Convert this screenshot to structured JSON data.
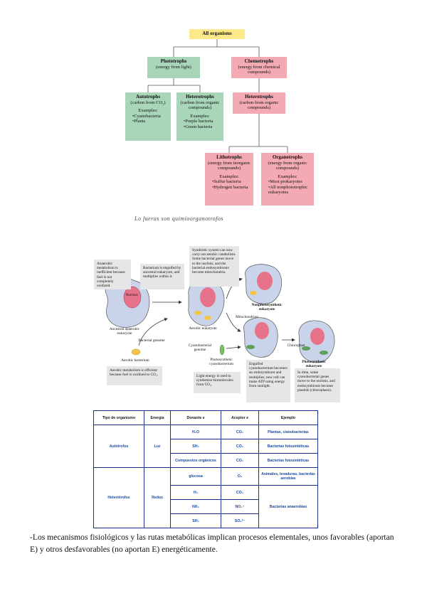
{
  "tree": {
    "root": "All organisms",
    "phototrophs": {
      "title": "Phototrophs",
      "sub": "(energy from light)"
    },
    "chemotrophs": {
      "title": "Chemotrophs",
      "sub": "(energy from chemical compounds)"
    },
    "autotrophs": {
      "title": "Autotrophs",
      "sub": "(carbon from CO₂)",
      "examples_label": "Examples:",
      "examples": [
        "•Cyanobacteria",
        "•Plants"
      ]
    },
    "heterotrophs_photo": {
      "title": "Heterotrophs",
      "sub": "(carbon from organic compounds)",
      "examples_label": "Examples:",
      "examples": [
        "•Purple bacteria",
        "•Green bacteria"
      ]
    },
    "heterotrophs_chemo": {
      "title": "Heterotrophs",
      "sub": "(carbon from organic compounds)"
    },
    "lithotrophs": {
      "title": "Lithotrophs",
      "sub": "(energy from inorganic compounds)",
      "examples_label": "Examples:",
      "examples": [
        "•Sulfur bacteria",
        "•Hydrogen bacteria"
      ]
    },
    "organotrophs": {
      "title": "Organotrophs",
      "sub": "(energy from organic compounds)",
      "examples_label": "Examples:",
      "examples": [
        "•Most prokaryotes",
        "•All nonphototrophic eukaryotes"
      ]
    }
  },
  "handwriting": "Lo fueras son quimioorganotrofos",
  "endosymbiosis": {
    "note_anaerobic": "Anaerobic metabolism is inefficient because fuel is not completely oxidized.",
    "note_engulfed": "Bacterium is engulfed by ancestral eukaryote, and multiplies within it.",
    "note_symbiotic": "Symbiotic system can now carry out aerobic catabolism. Some bacterial genes move to the nucleus, and the bacterial endosymbionts become mitochondria.",
    "label_nucleus": "Nucleus",
    "label_ancestral": "Ancestral anaerobic eukaryote",
    "label_bacterial_genome": "Bacterial genome",
    "label_aerobic_bacterium": "Aerobic bacterium",
    "note_aerobic_metabolism": "Aerobic metabolism is efficient because fuel is oxidized to CO₂.",
    "label_aerobic_eukaryote": "Aerobic eukaryote",
    "label_nonphoto": "Nonphotosynthetic eukaryote",
    "label_mitochondrion": "Mitochondrion",
    "label_cyano_genome": "Cyanobacterial genome",
    "label_photo_cyano": "Photosynthetic cyanobacterium",
    "note_light": "Light energy is used to synthesize biomolecules from CO₂.",
    "note_engulfed_cyano": "Engulfed cyanobacterium becomes an endosymbiont and multiplies; new cell can make ATP using energy from sunlight.",
    "label_chloroplast": "Chloroplast",
    "label_photo_euk": "Photosynthetic eukaryote",
    "note_in_time": "In time, some cyanobacterial genes move to the nucleus, and endosymbionts become plastids (chloroplasts)."
  },
  "table": {
    "headers": [
      "Tipo de organismo",
      "Energía",
      "Donante e",
      "Aceptor e",
      "Ejemplo"
    ],
    "autotrofos": "Autótrofos",
    "luz": "Luz",
    "heterotrofos": "Heterótrofos",
    "redox": "Redox",
    "rows": [
      {
        "donante": "H₂O",
        "aceptor": "CO₂",
        "ejemplo": "Plantas, cianobacterias"
      },
      {
        "donante": "SH₂",
        "aceptor": "CO₂",
        "ejemplo": "Bacterias fotosintéticas"
      },
      {
        "donante": "Compuestos orgánicos",
        "aceptor": "CO₂",
        "ejemplo": "Bacterias fotosintéticas"
      },
      {
        "donante": "glucosa",
        "aceptor": "O₂",
        "ejemplo": "Animales, levaduras, bacterias aerobias"
      },
      {
        "donante": "H₂",
        "aceptor": "CO₂"
      },
      {
        "donante": "NH₃",
        "aceptor": "NO₃⁻"
      },
      {
        "donante": "SH₂",
        "aceptor": "SO₄²⁻"
      }
    ],
    "ejemplo_anaerobias": "Bacterias anaerobias"
  },
  "paragraph": "-Los mecanismos fisiológicos y las rutas metabólicas implican procesos elementales, unos favorables (aportan E) y otros desfavorables (no aportan E) energéticamente."
}
